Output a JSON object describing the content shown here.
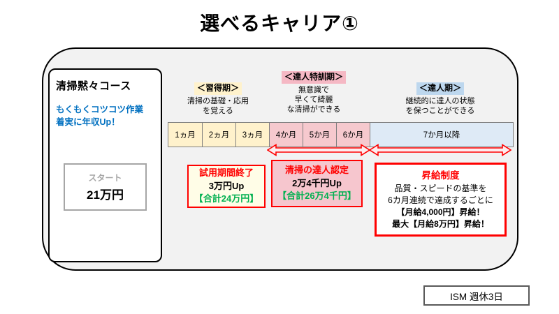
{
  "page": {
    "title": "選べるキャリア①"
  },
  "colors": {
    "learning_bg": "#FFF2CC",
    "training_bg": "#F6C9CE",
    "master_bg": "#DEEAF6",
    "accent_red": "#FF0000",
    "total_green": "#00B050",
    "tagline_blue": "#0070C0",
    "muted_gray": "#A6A6A6",
    "container_gray": "#F2F2F2"
  },
  "course_panel": {
    "title": "清掃黙々コース",
    "subtitle_line1": "もくもくコツコツ作業",
    "subtitle_line2": "着実に年収Up！",
    "start_label": "スタート",
    "start_salary": "21万円"
  },
  "phases": [
    {
      "name": "＜習得期＞",
      "desc_lines": [
        "清掃の基礎・応用",
        "を覚える"
      ]
    },
    {
      "name": "＜達人特訓期＞",
      "desc_lines": [
        "無意識で",
        "早くて綺麗",
        "な清掃ができる"
      ]
    },
    {
      "name": "＜達人期＞",
      "desc_lines": [
        "継続的に達人の状態",
        "を保つことができる"
      ]
    }
  ],
  "timeline": {
    "cells": [
      {
        "label": "1ヵ月",
        "phase": "learning"
      },
      {
        "label": "2ヵ月",
        "phase": "learning"
      },
      {
        "label": "3ヵ月",
        "phase": "learning"
      },
      {
        "label": "4か月",
        "phase": "training"
      },
      {
        "label": "5か月",
        "phase": "training"
      },
      {
        "label": "6か月",
        "phase": "training"
      },
      {
        "label": "7か月以降",
        "phase": "master"
      }
    ]
  },
  "milestones": [
    {
      "title": "試用期間終了",
      "raise": "3万円Up",
      "total": "【合計24万円】"
    },
    {
      "title": "清掃の達人認定",
      "raise": "2万4千円Up",
      "total": "【合計26万4千円】"
    }
  ],
  "raise_system": {
    "title": "昇給制度",
    "lines": [
      "品質・スピードの基準を",
      "6カ月連続で達成するごとに"
    ],
    "bold_lines": [
      "【月給4,000円】昇給！",
      "最大【月給8万円】昇給！"
    ]
  },
  "footer": {
    "label": "ISM 週休3日"
  }
}
